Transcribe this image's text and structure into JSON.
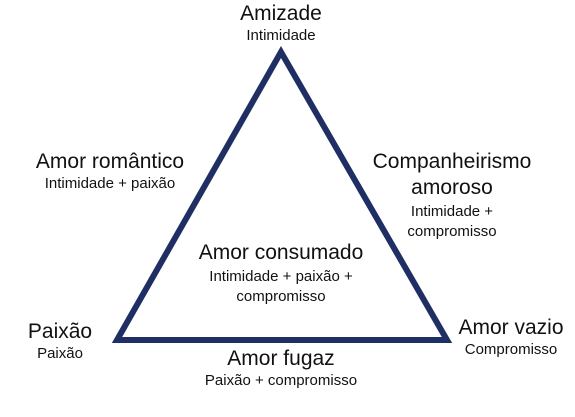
{
  "diagram": {
    "line_color": "#1f2f63",
    "top": {
      "title": "Amizade",
      "subtitle": "Intimidade"
    },
    "left_side": {
      "title": "Amor romântico",
      "subtitle": "Intimidade + paixão"
    },
    "right_side": {
      "title_line1": "Companheirismo",
      "title_line2": "amoroso",
      "subtitle_line1": "Intimidade +",
      "subtitle_line2": "compromisso"
    },
    "center": {
      "title": "Amor consumado",
      "subtitle_line1": "Intimidade + paixão +",
      "subtitle_line2": "compromisso"
    },
    "bottom_left": {
      "title": "Paixão",
      "subtitle": "Paixão"
    },
    "bottom_right": {
      "title": "Amor vazio",
      "subtitle": "Compromisso"
    },
    "bottom": {
      "title": "Amor fugaz",
      "subtitle": "Paixão + compromisso"
    }
  }
}
